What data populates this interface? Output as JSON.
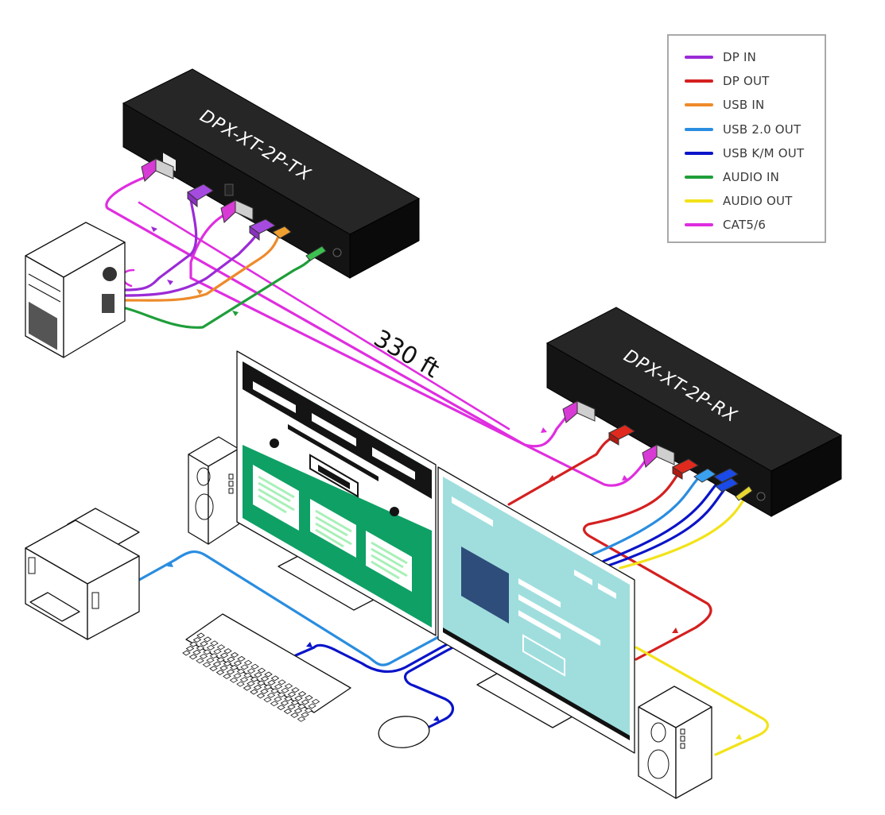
{
  "legend": {
    "items": [
      {
        "label": "DP IN",
        "color": "#9b2bd6"
      },
      {
        "label": "DP OUT",
        "color": "#d42020"
      },
      {
        "label": "USB IN",
        "color": "#ee8a2a"
      },
      {
        "label": "USB 2.0 OUT",
        "color": "#2a8de0"
      },
      {
        "label": "USB K/M OUT",
        "color": "#0a14c8"
      },
      {
        "label": "AUDIO IN",
        "color": "#1f9e3a"
      },
      {
        "label": "AUDIO OUT",
        "color": "#f2e31a"
      },
      {
        "label": "CAT5/6",
        "color": "#df2ee0"
      }
    ]
  },
  "devices": {
    "transmitter": {
      "label": "DPX-XT-2P-TX"
    },
    "receiver": {
      "label": "DPX-XT-2P-RX"
    }
  },
  "distance": {
    "label": "330 ft"
  },
  "colors": {
    "device_body": "#1c1c1c",
    "monitor_left_screen": "#0fa065",
    "monitor_left_header": "#141414",
    "monitor_right_screen": "#a0dede",
    "monitor_right_block": "#2e4d7a",
    "card_text": "#a8f0b8"
  }
}
